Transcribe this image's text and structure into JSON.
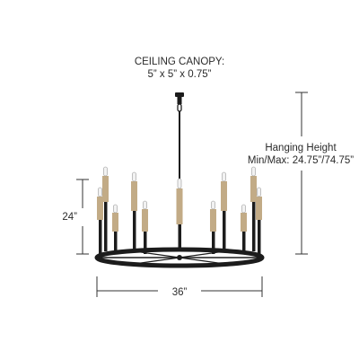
{
  "canopy": {
    "title": "CEILING CANOPY:",
    "size": "5” x 5” x 0.75”"
  },
  "hanging": {
    "title": "Hanging Height",
    "range": "Min/Max: 24.75”/74.75”"
  },
  "dimensions": {
    "height": "24”",
    "width": "36”"
  },
  "colors": {
    "frame": "#1c1c1c",
    "sleeve": "#c2ab86",
    "dimension_line": "#333333",
    "bulb": "#f2f2f2"
  }
}
